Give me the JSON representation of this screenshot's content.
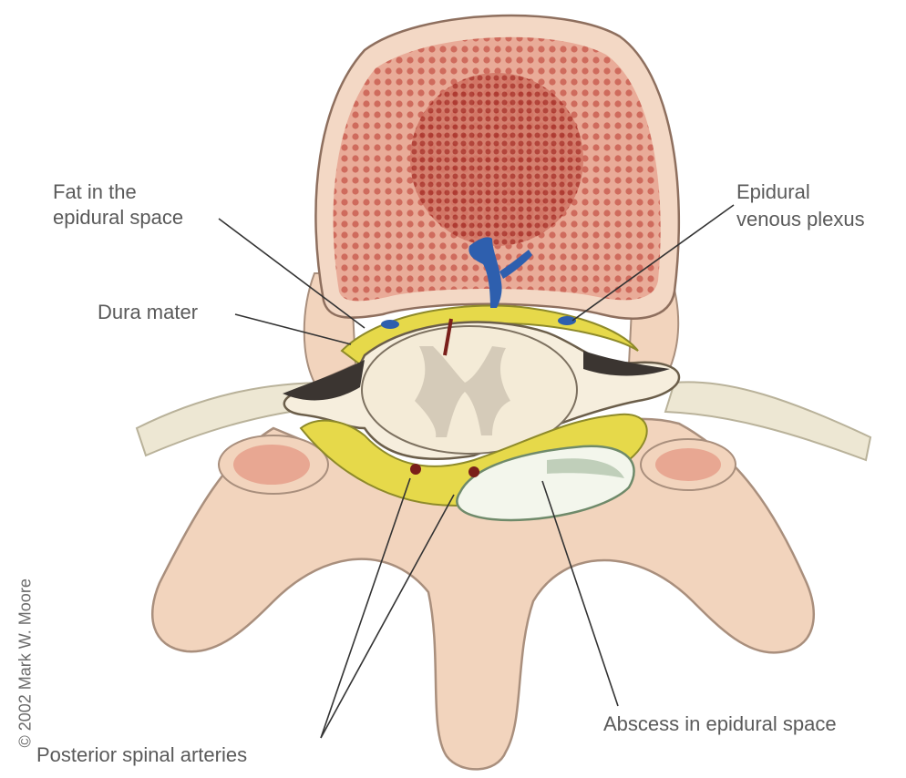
{
  "labels": {
    "fat_line1": "Fat in the",
    "fat_line2": "epidural space",
    "dura": "Dura mater",
    "venous_line1": "Epidural",
    "venous_line2": "venous plexus",
    "arteries": "Posterior spinal arteries",
    "abscess": "Abscess in epidural space"
  },
  "credit": "© 2002 Mark W. Moore",
  "colors": {
    "bone": "#f2d4bd",
    "vertebral_body": "#e8a792",
    "marrow": "#c9574a",
    "fat": "#e6d94a",
    "abscess": "#f3f6ec",
    "cord": "#f5ecd9",
    "vein": "#2e5fae",
    "nerve": "#ede7d3"
  }
}
